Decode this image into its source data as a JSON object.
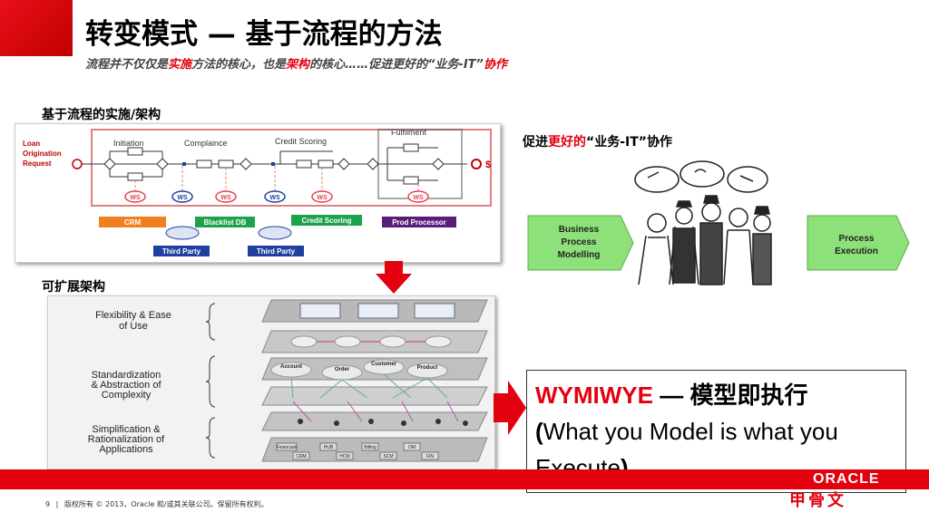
{
  "header": {
    "title": "转变模式 — 基于流程的方法",
    "subtitle_parts": [
      "流程并不仅仅是",
      "实施",
      "方法的核心，也是",
      "架构",
      "的核心……促进更好的“业务-IT”",
      "协作"
    ]
  },
  "left_top": {
    "label": "基于流程的实施/架构",
    "diagram": {
      "start_text": [
        "Loan",
        "Origination",
        "Request"
      ],
      "end_text": "$",
      "stages": [
        "Initiation",
        "Complaince",
        "Credit Scoring",
        "Fulfilment"
      ],
      "ws_label": "WS",
      "systems": [
        "CRM",
        "Blacklist DB",
        "Credit Scoring",
        "Prod Processor"
      ],
      "clouds": [
        "Third Party",
        "Third Party"
      ]
    }
  },
  "left_bottom": {
    "label": "可扩展架构",
    "layers": [
      {
        "text": [
          "Flexibility & Ease",
          "of Use"
        ]
      },
      {
        "text": [
          "Standardization",
          "& Abstraction of",
          "Complexity"
        ]
      },
      {
        "text": [
          "Simplification &",
          "Rationalization of",
          "Applications"
        ]
      }
    ],
    "service_labels": [
      "Account",
      "Order",
      "Customer",
      "Product"
    ],
    "app_labels": [
      "Financials",
      "HUB",
      "Billing",
      "CRM",
      "HCM",
      "SCM",
      "FIN",
      "OM"
    ]
  },
  "right_top": {
    "label_parts": [
      "促进",
      "更好的",
      "“业务-IT”协作"
    ],
    "left_arrow": [
      "Business",
      "Process",
      "Modelling"
    ],
    "right_arrow": [
      "Process",
      "Execution"
    ]
  },
  "model_box": {
    "head": "WYMIWYE",
    "head_rest": " — 模型即执行",
    "paren_open": "(",
    "body": "What you Model is what you Execute",
    "paren_close": ")"
  },
  "footer": {
    "page": "9",
    "text": "版权所有 © 2013，Oracle 和/或其关联公司。保留所有权利。"
  },
  "brand": {
    "oracle": "ORACLE",
    "cn": "甲骨文"
  },
  "colors": {
    "accent": "#e3000f",
    "green_arrow": "#8ee07a",
    "system_orange": "#f07f1e",
    "system_green": "#1aa34a",
    "system_purple": "#5a1d7a",
    "ws_red": "#e84050"
  }
}
